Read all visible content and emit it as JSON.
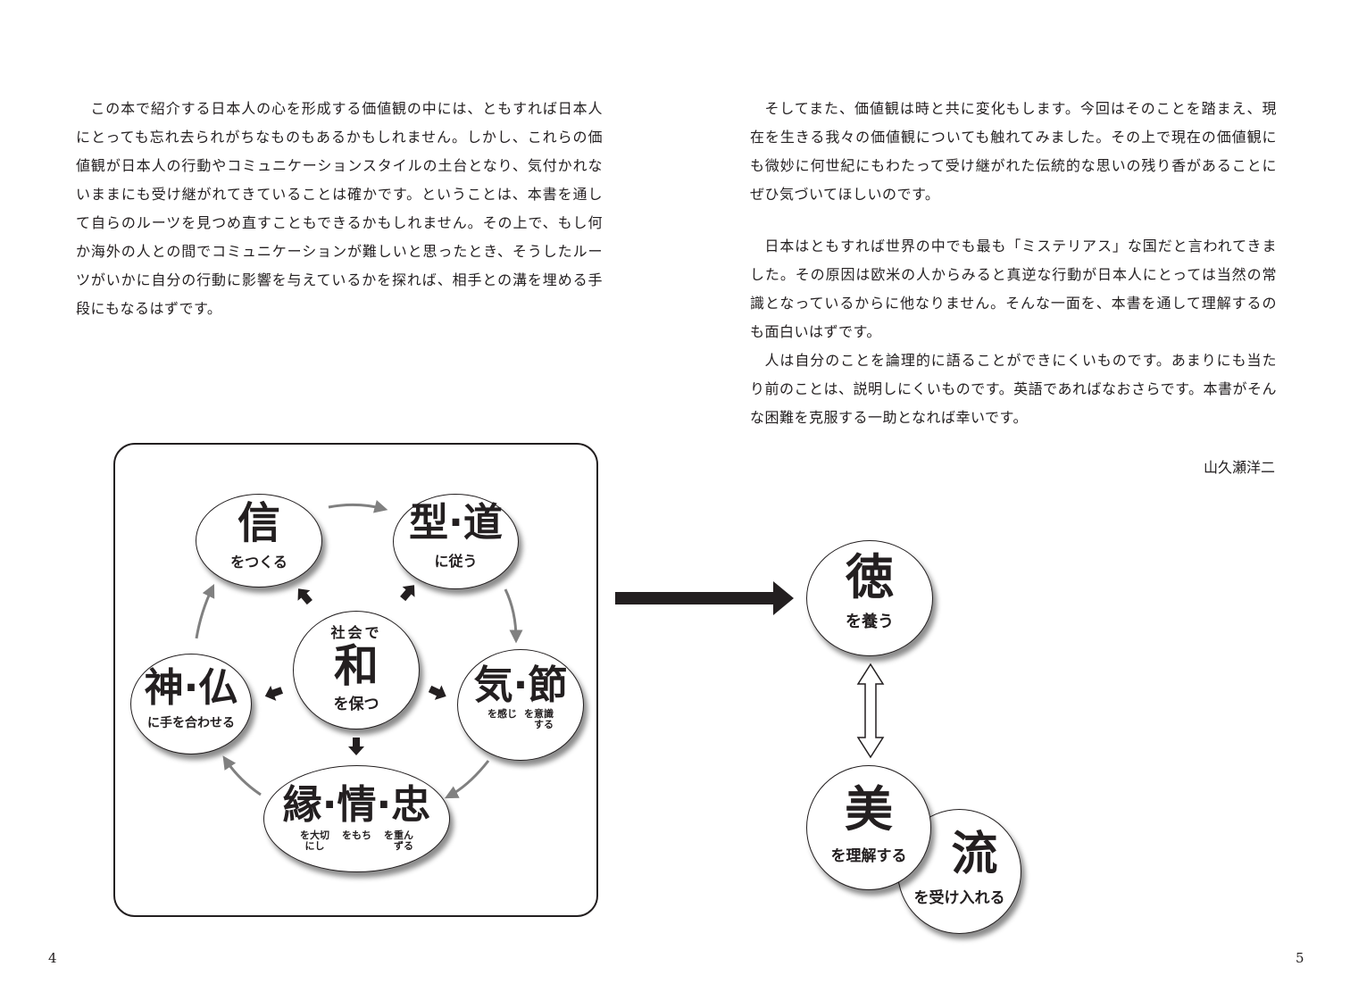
{
  "text": {
    "left_paragraph": "この本で紹介する日本人の心を形成する価値観の中には、ともすれば日本人にとっても忘れ去られがちなものもあるかもしれません。しかし、これらの価値観が日本人の行動やコミュニケーションスタイルの土台となり、気付かれないままにも受け継がれてきていることは確かです。ということは、本書を通して自らのルーツを見つめ直すこともできるかもしれません。その上で、もし何か海外の人との間でコミュニケーションが難しいと思ったとき、そうしたルーツがいかに自分の行動に影響を与えているかを探れば、相手との溝を埋める手段にもなるはずです。",
    "right_paragraph_1": "そしてまた、価値観は時と共に変化もします。今回はそのことを踏まえ、現在を生きる我々の価値観についても触れてみました。その上で現在の価値観にも微妙に何世紀にもわたって受け継がれた伝統的な思いの残り香があることにぜひ気づいてほしいのです。",
    "right_paragraph_2": "日本はともすれば世界の中でも最も「ミステリアス」な国だと言われてきました。その原因は欧米の人からみると真逆な行動が日本人にとっては当然の常識となっているからに他なりません。そんな一面を、本書を通して理解するのも面白いはずです。",
    "right_paragraph_3": "人は自分のことを論理的に語ることができにくいものです。あまりにも当たり前のことは、説明しにくいものです。英語であればなおさらです。本書がそんな困難を克服する一助となれば幸いです。",
    "author": "山久瀬洋二"
  },
  "page_numbers": {
    "left": "4",
    "right": "5"
  },
  "diagram": {
    "center": {
      "top": "社会で",
      "main": "和",
      "sub": "を保つ"
    },
    "shin": {
      "main": "信",
      "sub": "をつくる"
    },
    "kata": {
      "main": "型·道",
      "sub": "に従う"
    },
    "kisetsu": {
      "main": "気·節",
      "sub_1": "を感じ",
      "sub_2a": "を意識",
      "sub_2b": "する"
    },
    "en": {
      "main": "縁·情·忠",
      "sub_1a": "を大切",
      "sub_1b": "にし",
      "sub_2": "をもち",
      "sub_3a": "を重ん",
      "sub_3b": "ずる"
    },
    "kami": {
      "main": "神·仏",
      "sub": "に手を合わせる"
    }
  },
  "outcome": {
    "toku": {
      "main": "徳",
      "sub": "を養う"
    },
    "bi": {
      "main": "美",
      "sub": "を理解する"
    },
    "ryu": {
      "main": "流",
      "sub": "を受け入れる"
    }
  },
  "colors": {
    "ink": "#231f20",
    "arrow_gray": "#808080"
  }
}
